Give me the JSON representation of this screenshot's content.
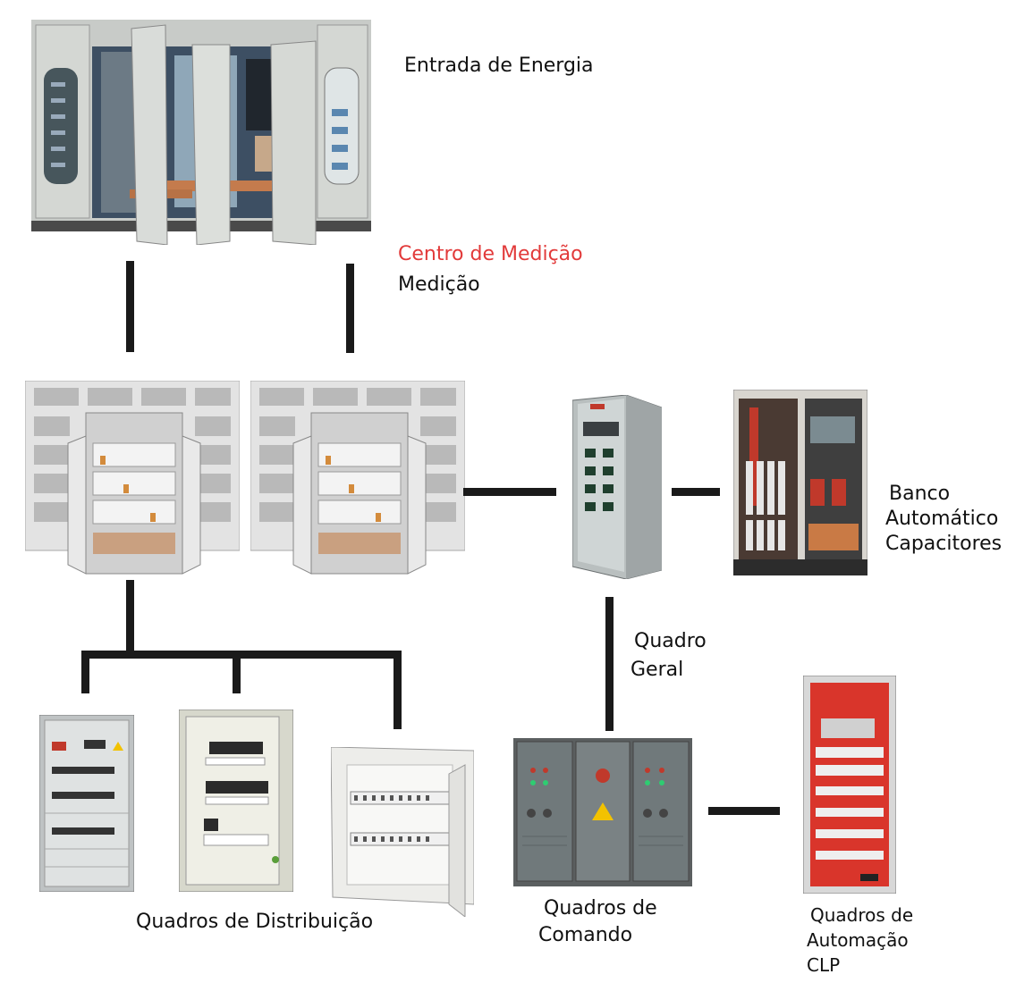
{
  "labels": {
    "entrada": "Entrada de Energia",
    "centro": "Centro de Medição",
    "medicao": "Medição",
    "banco": [
      "Banco",
      "Automático",
      "Capacitores"
    ],
    "quadro_geral": [
      "Quadro",
      "Geral"
    ],
    "distribuicao": "Quadros de Distribuição",
    "comando": [
      "Quadros de",
      "Comando"
    ],
    "automacao": [
      "Quadros de",
      "Automação",
      "CLP"
    ]
  },
  "colors": {
    "accent_red": "#e23a3a",
    "line": "#1a1a1a",
    "panel_grey": "#c9cdcd",
    "panel_dark": "#5b5f60"
  }
}
